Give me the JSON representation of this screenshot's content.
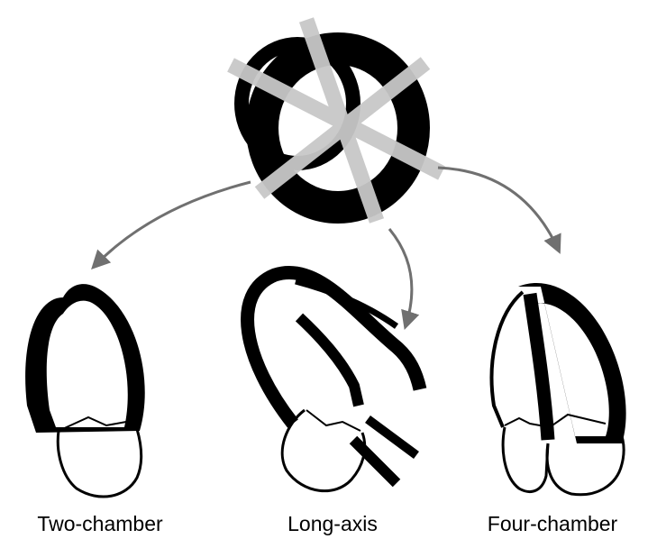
{
  "labels": {
    "two_chamber": "Two-chamber",
    "long_axis": "Long-axis",
    "four_chamber": "Four-chamber"
  },
  "colors": {
    "wall": "#000000",
    "plane": "#c8c8c8",
    "arrow": "#707070",
    "background": "#ffffff"
  }
}
